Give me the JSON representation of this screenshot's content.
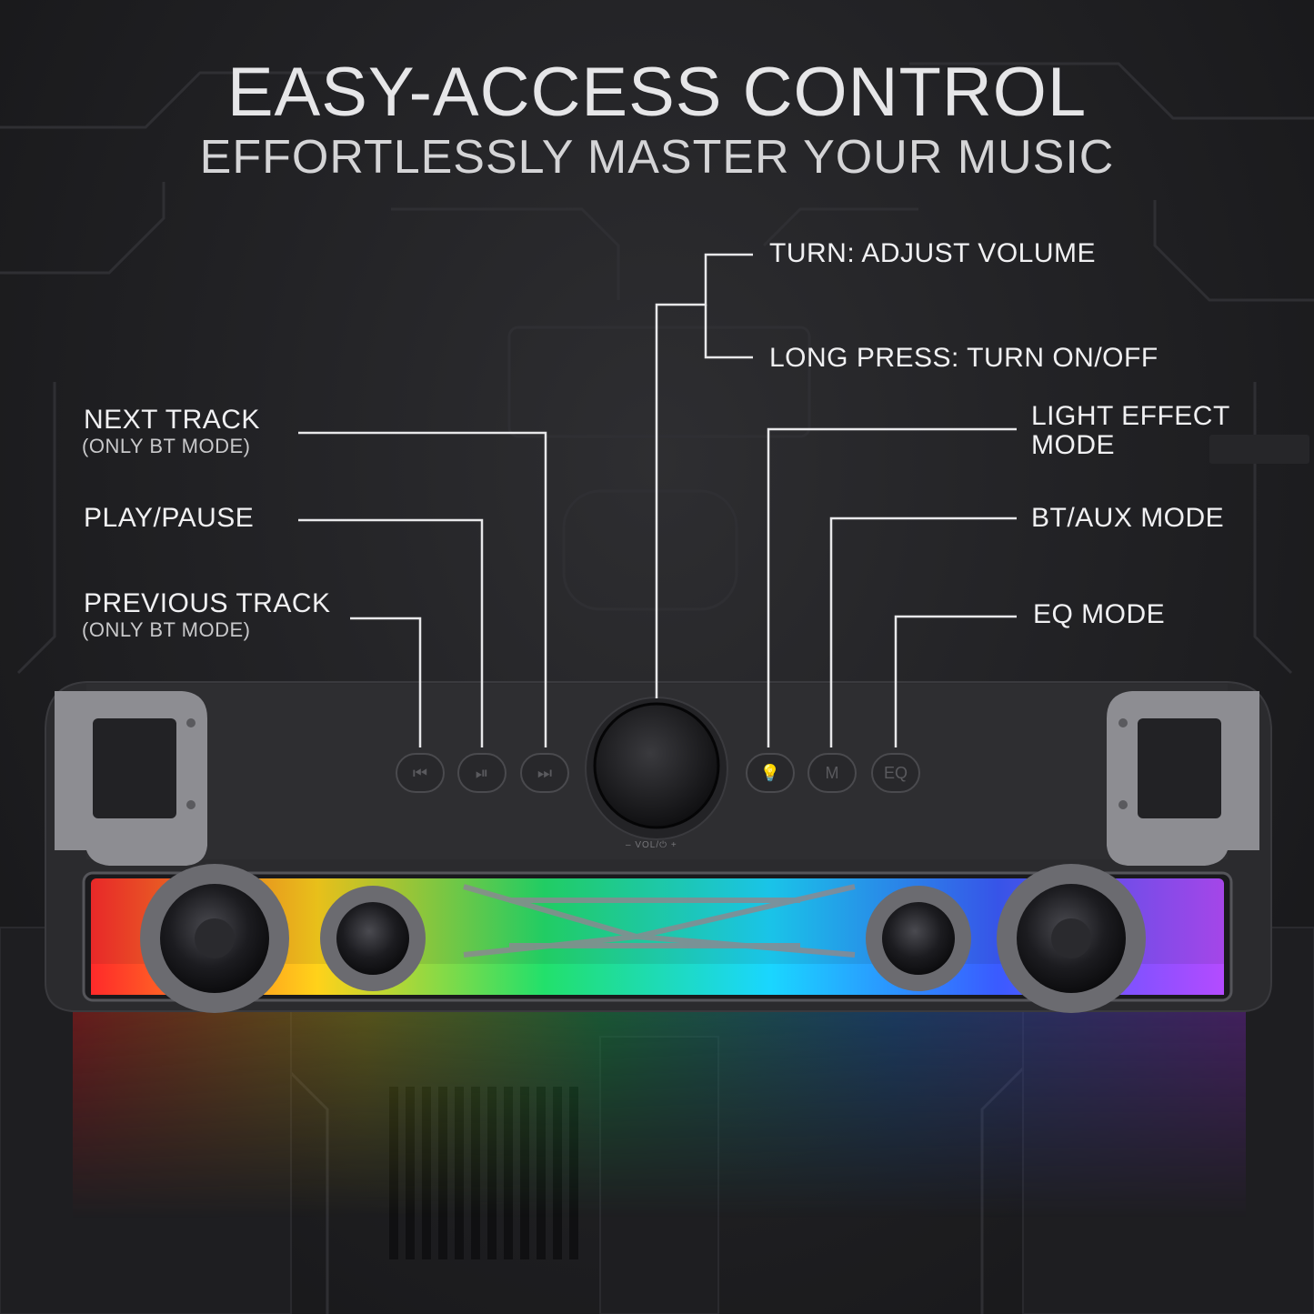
{
  "heading": {
    "title": "EASY-ACCESS CONTROL",
    "subtitle": "EFFORTLESSLY MASTER YOUR MUSIC"
  },
  "callouts": {
    "turn": "TURN: ADJUST VOLUME",
    "long_press": "LONG PRESS: TURN ON/OFF",
    "next_track": "NEXT TRACK",
    "next_track_note": "(ONLY BT MODE)",
    "play_pause": "PLAY/PAUSE",
    "previous_track": "PREVIOUS TRACK",
    "previous_track_note": "(ONLY BT MODE)",
    "light_effect_line1": "LIGHT EFFECT",
    "light_effect_line2": "MODE",
    "bt_aux": "BT/AUX MODE",
    "eq_mode": "EQ MODE"
  },
  "buttons": {
    "previous": "⏮",
    "play_pause": "⏯",
    "next": "⏭",
    "light": "💡",
    "mode": "M",
    "eq": "EQ"
  },
  "knob_label": "– VOL/⏻ +",
  "colors": {
    "background": "#1b1b1d",
    "text": "#f0f0f2",
    "leader": "#e8e8ea",
    "rgb": [
      "#ff2a2a",
      "#ffd21a",
      "#22e06b",
      "#1ad6ff",
      "#3a5bff",
      "#b44bff"
    ]
  }
}
